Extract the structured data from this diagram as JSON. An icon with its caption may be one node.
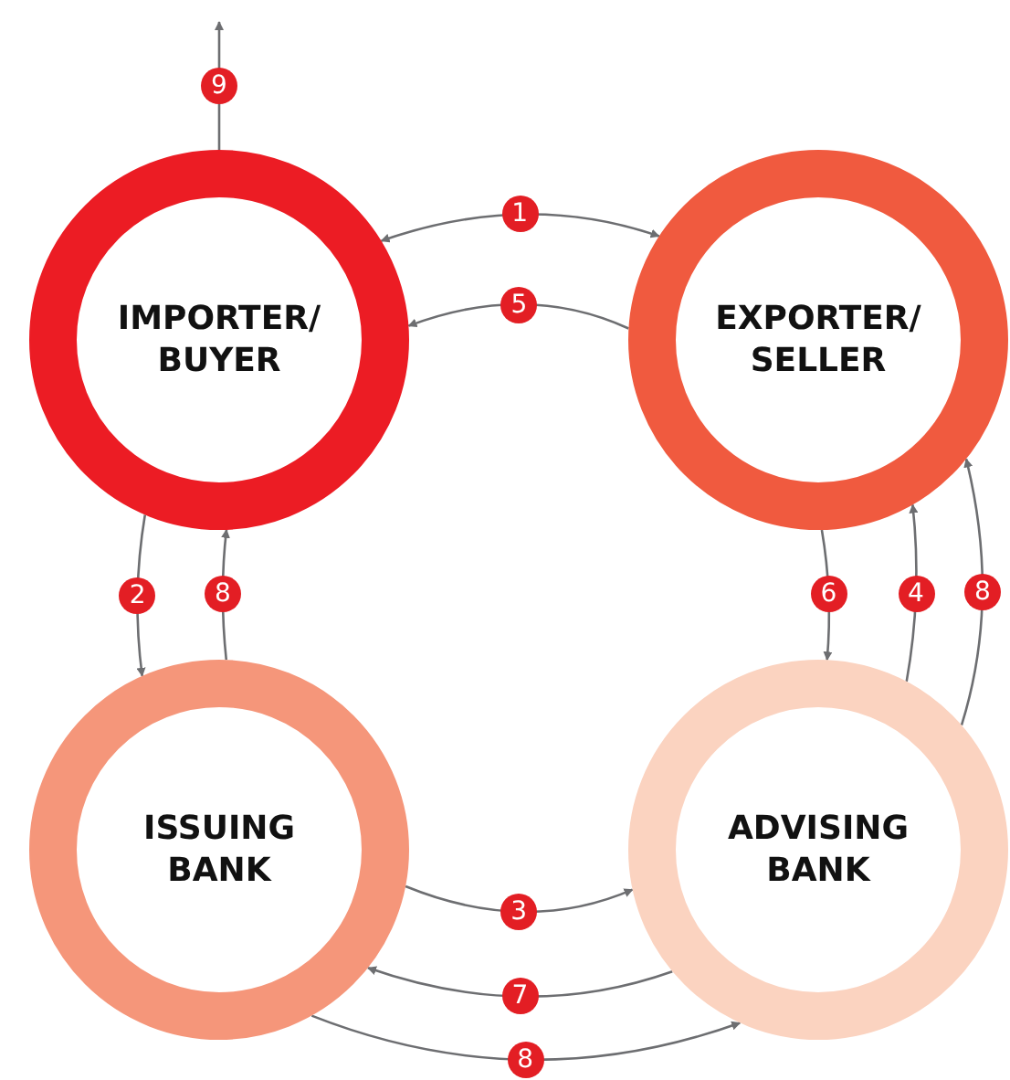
{
  "diagram": {
    "nodes": [
      {
        "text": [
          "IMPORTER/ BUYER"
        ]
      },
      {
        "text": [
          "EXPORTER/ SELLER"
        ]
      },
      {
        "text": [
          "ISSUING BANK"
        ]
      },
      {
        "text": [
          "ADVISING BANK"
        ]
      }
    ],
    "edges": [
      {
        "from": 0,
        "to": 1,
        "arrow": "both",
        "label": "1"
      },
      {
        "from": 1,
        "to": 0,
        "arrow": "to",
        "label": "5"
      },
      {
        "from": 0,
        "to": null,
        "arrow": "to",
        "label": "9"
      },
      {
        "from": 0,
        "to": 2,
        "arrow": "to",
        "label": "2"
      },
      {
        "from": 2,
        "to": 0,
        "arrow": "to",
        "label": "8"
      },
      {
        "from": 1,
        "to": 3,
        "arrow": "to",
        "label": "6"
      },
      {
        "from": 3,
        "to": 1,
        "arrow": "to",
        "label": "4"
      },
      {
        "from": 3,
        "to": 1,
        "arrow": "to",
        "label": "8"
      },
      {
        "from": 2,
        "to": 3,
        "arrow": "to",
        "label": "3"
      },
      {
        "from": 3,
        "to": 2,
        "arrow": "to",
        "label": "7"
      },
      {
        "from": 2,
        "to": 3,
        "arrow": "to",
        "label": "8"
      }
    ]
  }
}
